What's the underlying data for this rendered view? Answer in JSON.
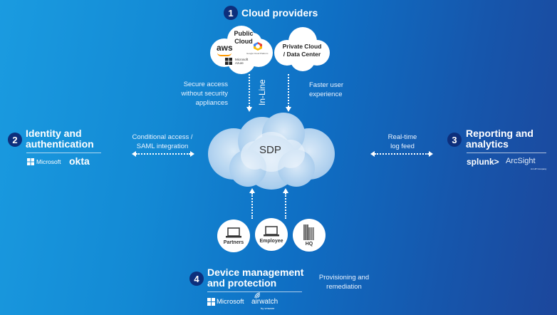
{
  "sections": {
    "cloud_providers": {
      "number": "1",
      "title": "Cloud providers"
    },
    "identity": {
      "number": "2",
      "title_line1": "Identity and",
      "title_line2": "authentication"
    },
    "reporting": {
      "number": "3",
      "title_line1": "Reporting and",
      "title_line2": "analytics"
    },
    "device": {
      "number": "4",
      "title_line1": "Device management",
      "title_line2": "and protection"
    }
  },
  "clouds": {
    "public": {
      "title_line1": "Public",
      "title_line2": "Cloud",
      "logos": [
        "aws",
        "Google Cloud Platform",
        "Microsoft Azure"
      ]
    },
    "private": {
      "title_line1": "Private Cloud",
      "title_line2": "/ Data Center"
    },
    "sdp": {
      "label": "SDP"
    }
  },
  "connections": {
    "secure_access": [
      "Secure access",
      "without security",
      "appliances"
    ],
    "in_line": "In-Line",
    "faster": [
      "Faster user",
      "experience"
    ],
    "conditional": [
      "Conditional access /",
      "SAML integration"
    ],
    "realtime": [
      "Real-time",
      "log feed"
    ],
    "provisioning": [
      "Provisioning and",
      "remediation"
    ]
  },
  "endpoints": [
    {
      "label": "Partners",
      "icon": "laptop-icon"
    },
    {
      "label": "Employee",
      "icon": "laptop-icon"
    },
    {
      "label": "HQ",
      "icon": "building-icon"
    }
  ],
  "vendors": {
    "identity": [
      "Microsoft",
      "okta"
    ],
    "reporting": [
      "splunk>",
      "ArcSight"
    ],
    "arcsight_sub": "An HP Company",
    "device": [
      "Microsoft",
      "airwatch"
    ],
    "airwatch_sub": "by vmware",
    "aws": "aws",
    "gcp": "Google Cloud Platform",
    "azure_line1": "Microsoft",
    "azure_line2": "Azure"
  }
}
